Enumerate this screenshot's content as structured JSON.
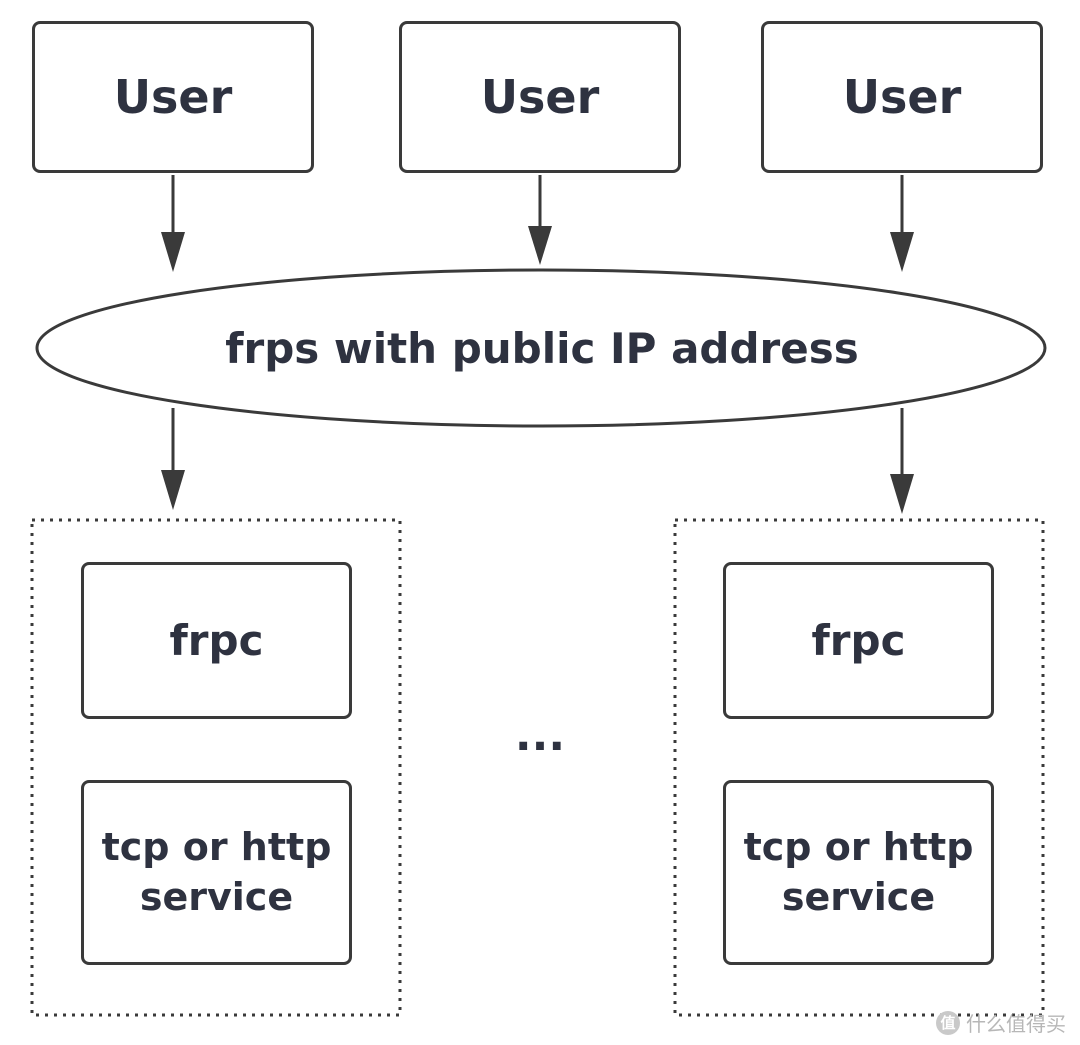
{
  "users": [
    {
      "label": "User"
    },
    {
      "label": "User"
    },
    {
      "label": "User"
    }
  ],
  "server": {
    "label": "frps with public IP address"
  },
  "clients": [
    {
      "frpc_label": "frpc",
      "service_label": "tcp or http service"
    },
    {
      "frpc_label": "frpc",
      "service_label": "tcp or http service"
    }
  ],
  "ellipsis": "...",
  "watermark": {
    "text": "什么值得买",
    "icon": "值"
  },
  "colors": {
    "stroke": "#3a3a3a",
    "text": "#2e3240",
    "background": "#ffffff"
  }
}
